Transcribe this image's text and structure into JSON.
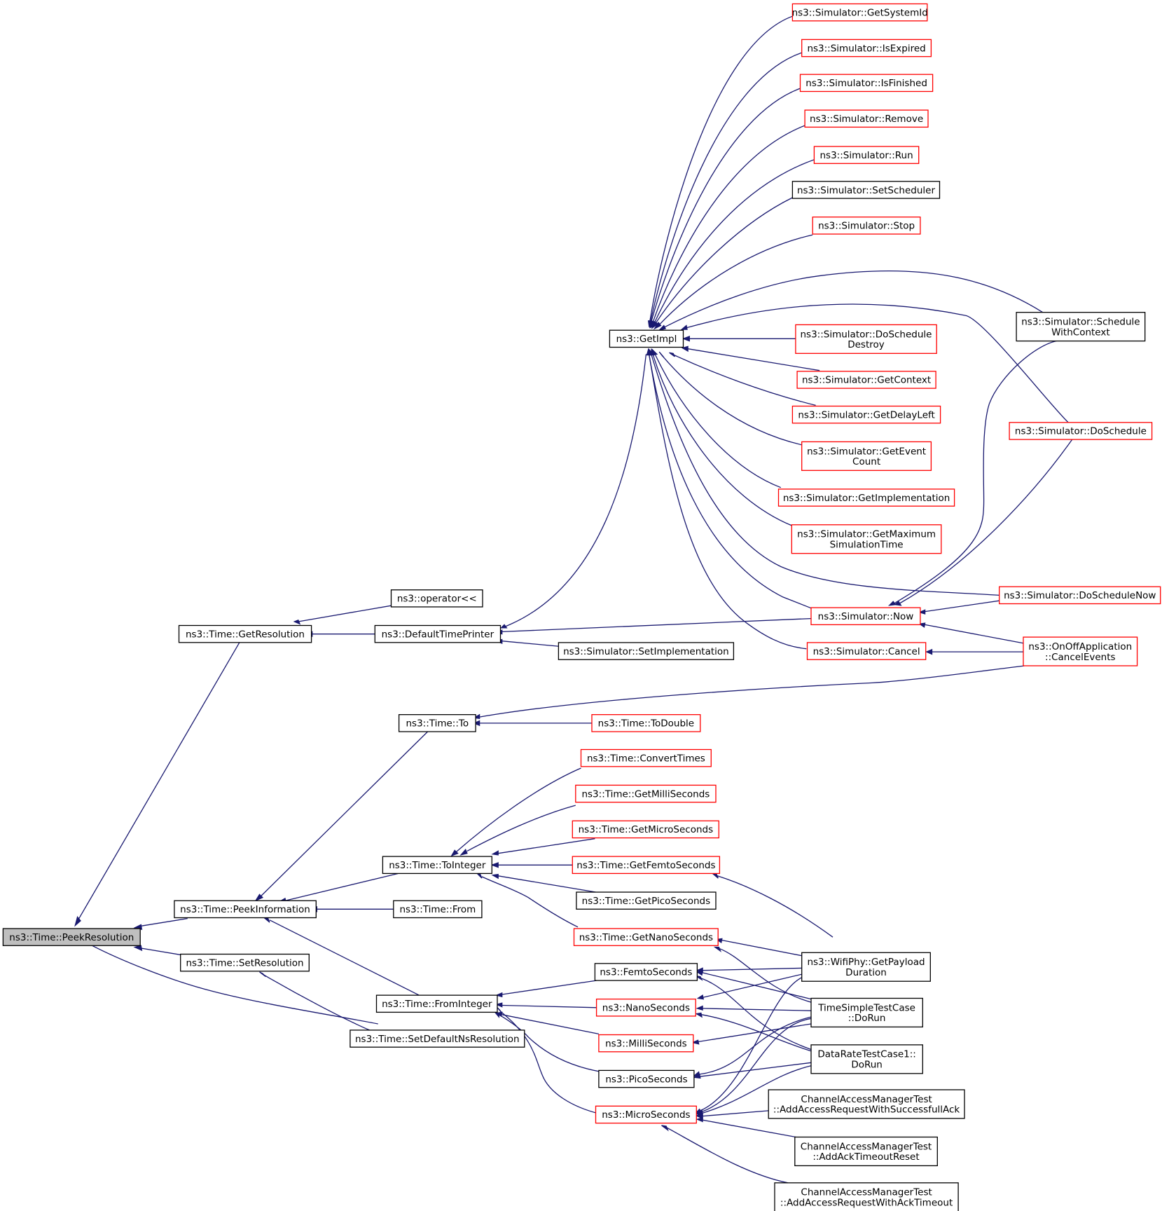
{
  "colors": {
    "edge": "#191970",
    "border_default": "#000000",
    "border_truncated": "#ff0000",
    "current_fill": "#bfbfbf"
  },
  "nodes": [
    {
      "id": "peek_resolution",
      "lines": [
        "ns3::Time::PeekResolution"
      ],
      "current": true
    },
    {
      "id": "get_resolution",
      "lines": [
        "ns3::Time::GetResolution"
      ]
    },
    {
      "id": "peek_information",
      "lines": [
        "ns3::Time::PeekInformation"
      ]
    },
    {
      "id": "set_resolution",
      "lines": [
        "ns3::Time::SetResolution"
      ]
    },
    {
      "id": "set_default_ns",
      "lines": [
        "ns3::Time::SetDefaultNsResolution"
      ]
    },
    {
      "id": "operator_ll",
      "lines": [
        "ns3::operator<<"
      ]
    },
    {
      "id": "default_time_printer",
      "lines": [
        "ns3::DefaultTimePrinter"
      ]
    },
    {
      "id": "time_to",
      "lines": [
        "ns3::Time::To"
      ]
    },
    {
      "id": "to_integer",
      "lines": [
        "ns3::Time::ToInteger"
      ]
    },
    {
      "id": "time_from",
      "lines": [
        "ns3::Time::From"
      ]
    },
    {
      "id": "from_integer",
      "lines": [
        "ns3::Time::FromInteger"
      ]
    },
    {
      "id": "get_impl",
      "lines": [
        "ns3::GetImpl"
      ]
    },
    {
      "id": "set_implementation",
      "lines": [
        "ns3::Simulator::SetImplementation"
      ]
    },
    {
      "id": "to_double",
      "lines": [
        "ns3::Time::ToDouble"
      ],
      "truncated": true
    },
    {
      "id": "convert_times",
      "lines": [
        "ns3::Time::ConvertTimes"
      ],
      "truncated": true
    },
    {
      "id": "get_milli",
      "lines": [
        "ns3::Time::GetMilliSeconds"
      ],
      "truncated": true
    },
    {
      "id": "get_micro",
      "lines": [
        "ns3::Time::GetMicroSeconds"
      ],
      "truncated": true
    },
    {
      "id": "get_femto",
      "lines": [
        "ns3::Time::GetFemtoSeconds"
      ],
      "truncated": true
    },
    {
      "id": "get_pico",
      "lines": [
        "ns3::Time::GetPicoSeconds"
      ]
    },
    {
      "id": "get_nano",
      "lines": [
        "ns3::Time::GetNanoSeconds"
      ],
      "truncated": true
    },
    {
      "id": "femto_seconds",
      "lines": [
        "ns3::FemtoSeconds"
      ]
    },
    {
      "id": "nano_seconds",
      "lines": [
        "ns3::NanoSeconds"
      ],
      "truncated": true
    },
    {
      "id": "milli_seconds",
      "lines": [
        "ns3::MilliSeconds"
      ],
      "truncated": true
    },
    {
      "id": "pico_seconds",
      "lines": [
        "ns3::PicoSeconds"
      ]
    },
    {
      "id": "micro_seconds",
      "lines": [
        "ns3::MicroSeconds"
      ],
      "truncated": true
    },
    {
      "id": "get_system_id",
      "lines": [
        "ns3::Simulator::GetSystemId"
      ],
      "truncated": true
    },
    {
      "id": "is_expired",
      "lines": [
        "ns3::Simulator::IsExpired"
      ],
      "truncated": true
    },
    {
      "id": "is_finished",
      "lines": [
        "ns3::Simulator::IsFinished"
      ],
      "truncated": true
    },
    {
      "id": "remove",
      "lines": [
        "ns3::Simulator::Remove"
      ],
      "truncated": true
    },
    {
      "id": "run",
      "lines": [
        "ns3::Simulator::Run"
      ],
      "truncated": true
    },
    {
      "id": "set_scheduler",
      "lines": [
        "ns3::Simulator::SetScheduler"
      ]
    },
    {
      "id": "stop",
      "lines": [
        "ns3::Simulator::Stop"
      ],
      "truncated": true
    },
    {
      "id": "do_schedule_destroy",
      "lines": [
        "ns3::Simulator::DoSchedule",
        "Destroy"
      ],
      "truncated": true
    },
    {
      "id": "get_context",
      "lines": [
        "ns3::Simulator::GetContext"
      ],
      "truncated": true
    },
    {
      "id": "get_delay_left",
      "lines": [
        "ns3::Simulator::GetDelayLeft"
      ],
      "truncated": true
    },
    {
      "id": "get_event_count",
      "lines": [
        "ns3::Simulator::GetEvent",
        "Count"
      ],
      "truncated": true
    },
    {
      "id": "get_implementation",
      "lines": [
        "ns3::Simulator::GetImplementation"
      ],
      "truncated": true
    },
    {
      "id": "get_max_sim_time",
      "lines": [
        "ns3::Simulator::GetMaximum",
        "SimulationTime"
      ],
      "truncated": true
    },
    {
      "id": "now",
      "lines": [
        "ns3::Simulator::Now"
      ],
      "truncated": true
    },
    {
      "id": "cancel",
      "lines": [
        "ns3::Simulator::Cancel"
      ],
      "truncated": true
    },
    {
      "id": "wifi_payload",
      "lines": [
        "ns3::WifiPhy::GetPayload",
        "Duration"
      ]
    },
    {
      "id": "time_simple_test",
      "lines": [
        "TimeSimpleTestCase",
        "::DoRun"
      ]
    },
    {
      "id": "data_rate_test",
      "lines": [
        "DataRateTestCase1::",
        "DoRun"
      ]
    },
    {
      "id": "cam_success",
      "lines": [
        "ChannelAccessManagerTest",
        "::AddAccessRequestWithSuccessfullAck"
      ]
    },
    {
      "id": "cam_ack_reset",
      "lines": [
        "ChannelAccessManagerTest",
        "::AddAckTimeoutReset"
      ]
    },
    {
      "id": "cam_ack_timeout",
      "lines": [
        "ChannelAccessManagerTest",
        "::AddAccessRequestWithAckTimeout"
      ]
    },
    {
      "id": "schedule_with_context",
      "lines": [
        "ns3::Simulator::Schedule",
        "WithContext"
      ]
    },
    {
      "id": "do_schedule",
      "lines": [
        "ns3::Simulator::DoSchedule"
      ],
      "truncated": true
    },
    {
      "id": "do_schedule_now",
      "lines": [
        "ns3::Simulator::DoScheduleNow"
      ],
      "truncated": true
    },
    {
      "id": "onoff_cancel",
      "lines": [
        "ns3::OnOffApplication",
        "::CancelEvents"
      ],
      "truncated": true
    }
  ],
  "edges": [
    [
      "get_resolution",
      "peek_resolution"
    ],
    [
      "peek_information",
      "peek_resolution"
    ],
    [
      "set_resolution",
      "peek_resolution"
    ],
    [
      "set_default_ns",
      "peek_resolution"
    ],
    [
      "operator_ll",
      "get_resolution"
    ],
    [
      "default_time_printer",
      "get_resolution"
    ],
    [
      "time_to",
      "peek_information"
    ],
    [
      "to_integer",
      "peek_information"
    ],
    [
      "time_from",
      "peek_information"
    ],
    [
      "from_integer",
      "peek_information"
    ],
    [
      "set_default_ns",
      "set_resolution"
    ],
    [
      "default_time_printer",
      "get_impl"
    ],
    [
      "set_implementation",
      "default_time_printer"
    ],
    [
      "now",
      "default_time_printer"
    ],
    [
      "to_double",
      "time_to"
    ],
    [
      "onoff_cancel",
      "time_to"
    ],
    [
      "convert_times",
      "to_integer"
    ],
    [
      "get_milli",
      "to_integer"
    ],
    [
      "get_micro",
      "to_integer"
    ],
    [
      "get_femto",
      "to_integer"
    ],
    [
      "get_pico",
      "to_integer"
    ],
    [
      "get_nano",
      "to_integer"
    ],
    [
      "femto_seconds",
      "from_integer"
    ],
    [
      "nano_seconds",
      "from_integer"
    ],
    [
      "milli_seconds",
      "from_integer"
    ],
    [
      "pico_seconds",
      "from_integer"
    ],
    [
      "micro_seconds",
      "from_integer"
    ],
    [
      "get_system_id",
      "get_impl"
    ],
    [
      "is_expired",
      "get_impl"
    ],
    [
      "is_finished",
      "get_impl"
    ],
    [
      "remove",
      "get_impl"
    ],
    [
      "run",
      "get_impl"
    ],
    [
      "set_scheduler",
      "get_impl"
    ],
    [
      "stop",
      "get_impl"
    ],
    [
      "schedule_with_context",
      "get_impl"
    ],
    [
      "do_schedule",
      "get_impl"
    ],
    [
      "do_schedule_destroy",
      "get_impl"
    ],
    [
      "get_context",
      "get_impl"
    ],
    [
      "get_delay_left",
      "get_impl"
    ],
    [
      "get_event_count",
      "get_impl"
    ],
    [
      "get_implementation",
      "get_impl"
    ],
    [
      "get_max_sim_time",
      "get_impl"
    ],
    [
      "do_schedule_now",
      "get_impl"
    ],
    [
      "now",
      "get_impl"
    ],
    [
      "cancel",
      "get_impl"
    ],
    [
      "schedule_with_context",
      "now"
    ],
    [
      "do_schedule",
      "now"
    ],
    [
      "do_schedule_now",
      "now"
    ],
    [
      "onoff_cancel",
      "now"
    ],
    [
      "onoff_cancel",
      "cancel"
    ],
    [
      "wifi_payload",
      "get_femto"
    ],
    [
      "wifi_payload",
      "get_nano"
    ],
    [
      "time_simple_test",
      "get_nano"
    ],
    [
      "wifi_payload",
      "femto_seconds"
    ],
    [
      "time_simple_test",
      "femto_seconds"
    ],
    [
      "data_rate_test",
      "femto_seconds"
    ],
    [
      "wifi_payload",
      "nano_seconds"
    ],
    [
      "time_simple_test",
      "nano_seconds"
    ],
    [
      "data_rate_test",
      "nano_seconds"
    ],
    [
      "time_simple_test",
      "milli_seconds"
    ],
    [
      "time_simple_test",
      "pico_seconds"
    ],
    [
      "data_rate_test",
      "pico_seconds"
    ],
    [
      "wifi_payload",
      "micro_seconds"
    ],
    [
      "time_simple_test",
      "micro_seconds"
    ],
    [
      "data_rate_test",
      "micro_seconds"
    ],
    [
      "cam_success",
      "micro_seconds"
    ],
    [
      "cam_ack_reset",
      "micro_seconds"
    ],
    [
      "cam_ack_timeout",
      "micro_seconds"
    ]
  ]
}
